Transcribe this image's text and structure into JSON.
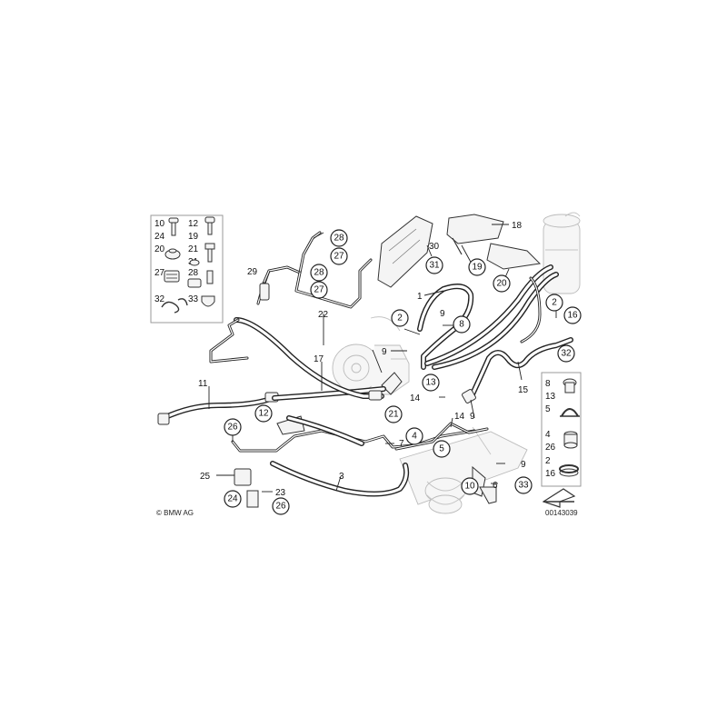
{
  "copyright": "© BMW AG",
  "drawing_number": "00143039",
  "legend_left": [
    {
      "a": "10",
      "b": "24"
    },
    {
      "a": "12",
      "b": "19"
    },
    {
      "a": "20",
      "b": ""
    },
    {
      "a": "21",
      "b": "31"
    },
    {
      "a": "27",
      "b": ""
    },
    {
      "a": "28",
      "b": ""
    },
    {
      "a": "32",
      "b": ""
    },
    {
      "a": "33",
      "b": ""
    }
  ],
  "legend_right": [
    {
      "a": "8",
      "b": "13"
    },
    {
      "a": "5",
      "b": ""
    },
    {
      "a": "4",
      "b": "26"
    },
    {
      "a": "2",
      "b": "16"
    }
  ],
  "callouts": {
    "c28a": "28",
    "c27a": "27",
    "c28b": "28",
    "c27b": "27",
    "c31": "31",
    "c19": "19",
    "c20": "20",
    "c2a": "2",
    "c16": "16",
    "c32": "32",
    "c2b": "2",
    "c8": "8",
    "c13": "13",
    "c21": "21",
    "c12": "12",
    "c26a": "26",
    "c24": "24",
    "c26b": "26",
    "c5": "5",
    "c4": "4",
    "c10": "10",
    "c33": "33"
  },
  "labels": {
    "l18": "18",
    "l30": "30",
    "l29": "29",
    "l1": "1",
    "l22": "22",
    "l9a": "9",
    "l9b": "9",
    "l17": "17",
    "l11": "11",
    "l14a": "14",
    "l14b": "14",
    "l15": "15",
    "l9c": "9",
    "l7": "7",
    "l3": "3",
    "l25": "25",
    "l23": "23",
    "l6": "6",
    "l9d": "9",
    "l2c": "2"
  }
}
